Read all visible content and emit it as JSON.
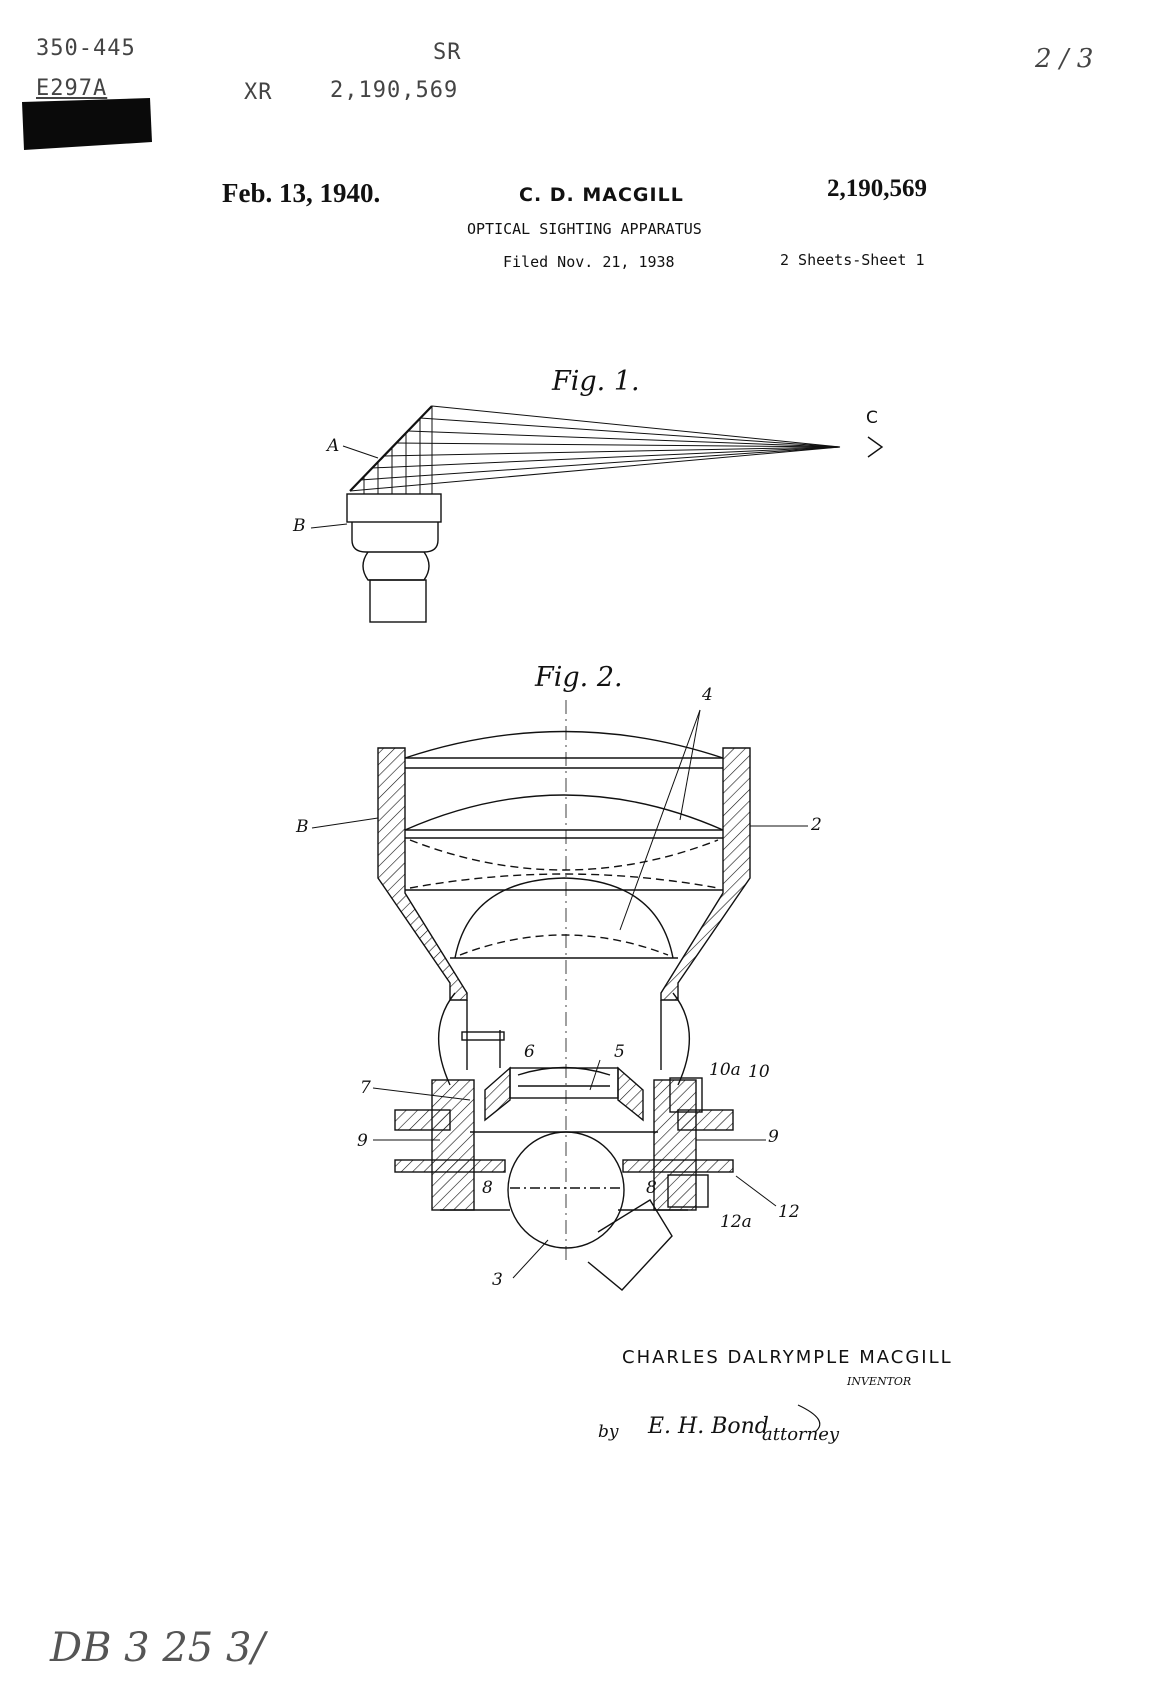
{
  "stamps": {
    "class_code": "350-445",
    "sr": "SR",
    "examiner": "E297A",
    "xr": "XR",
    "xr_number": "2,190,569",
    "page_mark": "2 / 3",
    "bottom_scrawl": "DB 3 25 3/"
  },
  "header": {
    "date": "Feb. 13, 1940.",
    "inventor_short": "C. D. MACGILL",
    "patent_number": "2,190,569",
    "title": "OPTICAL SIGHTING APPARATUS",
    "filed": "Filed Nov. 21, 1938",
    "sheets": "2 Sheets-Sheet 1"
  },
  "figures": [
    {
      "title": "Fig. 1.",
      "labels": [
        "A",
        "B",
        "C"
      ]
    },
    {
      "title": "Fig. 2.",
      "labels": [
        "4",
        "B",
        "2",
        "6",
        "5",
        "7",
        "10a",
        "10",
        "9",
        "9",
        "8",
        "8",
        "12",
        "12a",
        "3"
      ]
    }
  ],
  "signatures": {
    "inventor_name": "CHARLES DALRYMPLE MACGILL",
    "inventor_role": "INVENTOR",
    "by": "by",
    "attorney_name": "E. H. Bond",
    "attorney_role": "attorney"
  }
}
